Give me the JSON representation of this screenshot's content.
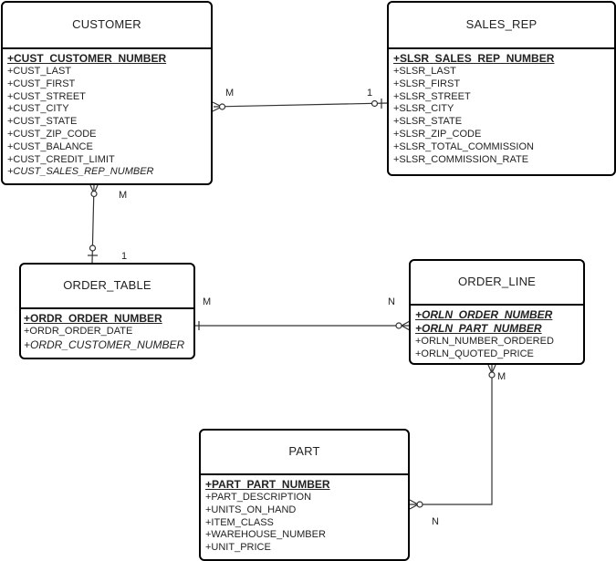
{
  "entities": {
    "customer": {
      "name": "CUSTOMER",
      "attributes": [
        {
          "text": "+CUST_CUSTOMER_NUMBER",
          "kind": "pk"
        },
        {
          "text": "+CUST_LAST",
          "kind": "attr"
        },
        {
          "text": "+CUST_FIRST",
          "kind": "attr"
        },
        {
          "text": "+CUST_STREET",
          "kind": "attr"
        },
        {
          "text": "+CUST_CITY",
          "kind": "attr"
        },
        {
          "text": "+CUST_STATE",
          "kind": "attr"
        },
        {
          "text": "+CUST_ZIP_CODE",
          "kind": "attr"
        },
        {
          "text": "+CUST_BALANCE",
          "kind": "attr"
        },
        {
          "text": "+CUST_CREDIT_LIMIT",
          "kind": "attr"
        },
        {
          "text": "+CUST_SALES_REP_NUMBER",
          "kind": "fk"
        }
      ]
    },
    "sales_rep": {
      "name": "SALES_REP",
      "attributes": [
        {
          "text": "+SLSR_SALES_REP_NUMBER",
          "kind": "pk"
        },
        {
          "text": "+SLSR_LAST",
          "kind": "attr"
        },
        {
          "text": "+SLSR_FIRST",
          "kind": "attr"
        },
        {
          "text": "+SLSR_STREET",
          "kind": "attr"
        },
        {
          "text": "+SLSR_CITY",
          "kind": "attr"
        },
        {
          "text": "+SLSR_STATE",
          "kind": "attr"
        },
        {
          "text": "+SLSR_ZIP_CODE",
          "kind": "attr"
        },
        {
          "text": "+SLSR_TOTAL_COMMISSION",
          "kind": "attr"
        },
        {
          "text": "+SLSR_COMMISSION_RATE",
          "kind": "attr"
        }
      ]
    },
    "order_table": {
      "name": "ORDER_TABLE",
      "attributes": [
        {
          "text": "+ORDR_ORDER_NUMBER",
          "kind": "pk"
        },
        {
          "text": "+ORDR_ORDER_DATE",
          "kind": "attr"
        },
        {
          "text": "+ORDR_CUSTOMER_NUMBER",
          "kind": "fk"
        }
      ]
    },
    "order_line": {
      "name": "ORDER_LINE",
      "attributes": [
        {
          "text": "+ORLN_ORDER_NUMBER",
          "kind": "pkfk"
        },
        {
          "text": "+ORLN_PART_NUMBER",
          "kind": "pkfk"
        },
        {
          "text": "+ORLN_NUMBER_ORDERED",
          "kind": "attr"
        },
        {
          "text": "+ORLN_QUOTED_PRICE",
          "kind": "attr"
        }
      ]
    },
    "part": {
      "name": "PART",
      "attributes": [
        {
          "text": "+PART_PART_NUMBER",
          "kind": "pk"
        },
        {
          "text": "+PART_DESCRIPTION",
          "kind": "attr"
        },
        {
          "text": "+UNITS_ON_HAND",
          "kind": "attr"
        },
        {
          "text": "+ITEM_CLASS",
          "kind": "attr"
        },
        {
          "text": "+WAREHOUSE_NUMBER",
          "kind": "attr"
        },
        {
          "text": "+UNIT_PRICE",
          "kind": "attr"
        }
      ]
    }
  },
  "relationships": {
    "customer_sales_rep": {
      "from_card": "M",
      "to_card": "1"
    },
    "customer_order": {
      "from_card": "M",
      "to_card": "1"
    },
    "order_orderline": {
      "from_card": "M",
      "to_card": "N"
    },
    "orderline_part": {
      "from_card": "M",
      "to_card": "N"
    }
  },
  "colors": {
    "stroke": "#000000",
    "text": "#222222",
    "background": "#ffffff"
  }
}
